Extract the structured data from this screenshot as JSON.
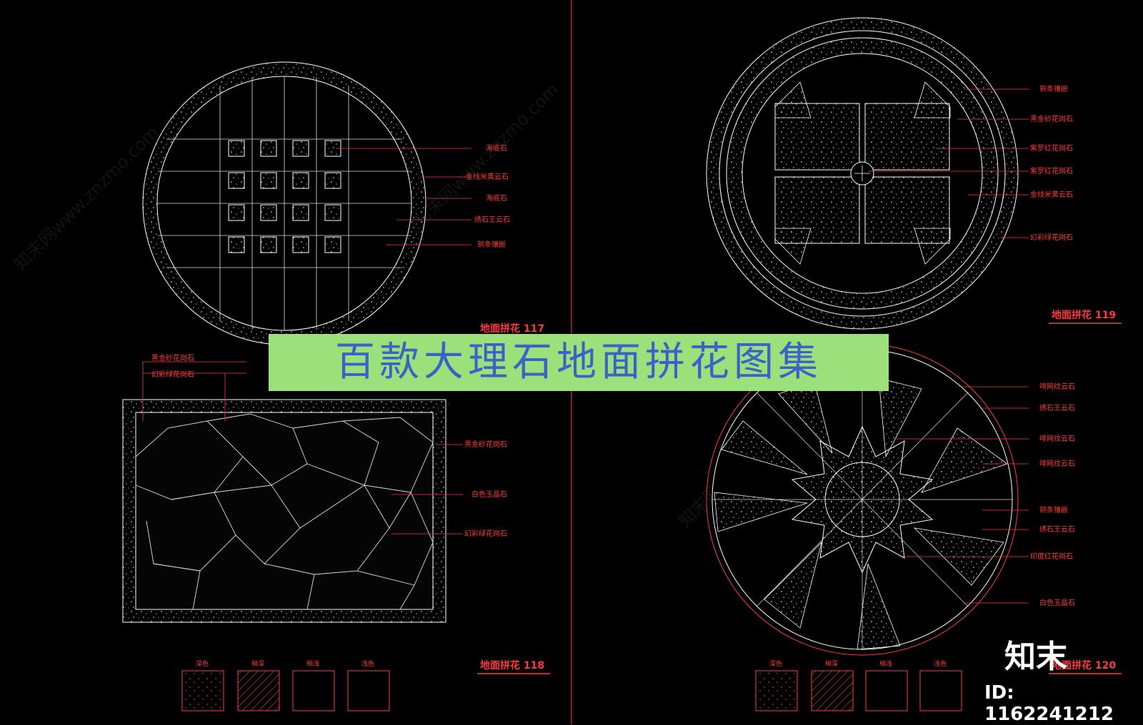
{
  "banner": "百款大理石地面拼花图集",
  "brand": "知末",
  "image_id": "ID: 1162241212",
  "watermark": "知末网www.znzmo.com",
  "panels": {
    "p117": {
      "title": "地面拼花 117",
      "labels": [
        "海底石",
        "金线米黄云石",
        "海底石",
        "绣石王云石",
        "铜条镶嵌"
      ]
    },
    "p118": {
      "title": "地面拼花 118",
      "top_labels": [
        "黑金砂花岗石",
        "幻彩绿花岗石"
      ],
      "labels": [
        "黑金砂花岗石",
        "白色玉晶石",
        "幻彩绿花岗石"
      ]
    },
    "p119": {
      "title": "地面拼花 119",
      "labels": [
        "铜条镶嵌",
        "黑金砂花岗石",
        "紫罗红花岗石",
        "紫罗红花岗石",
        "金线米黄云石",
        "幻彩绿花岗石"
      ]
    },
    "p120": {
      "title": "地面拼花 120",
      "labels": [
        "啡网纹云石",
        "绣石王云石",
        "啡网纹云石",
        "啡网纹云石",
        "铜条镶嵌",
        "绣石王云石",
        "印度红花岗石",
        "白色玉晶石"
      ]
    }
  },
  "swatches": [
    "深色",
    "稍深",
    "稍浅",
    "浅色"
  ],
  "colors": {
    "line": "#ffffff",
    "annotation": "#ff3a3a",
    "banner_bg": "#9be07a",
    "banner_text": "#3a62c9"
  }
}
